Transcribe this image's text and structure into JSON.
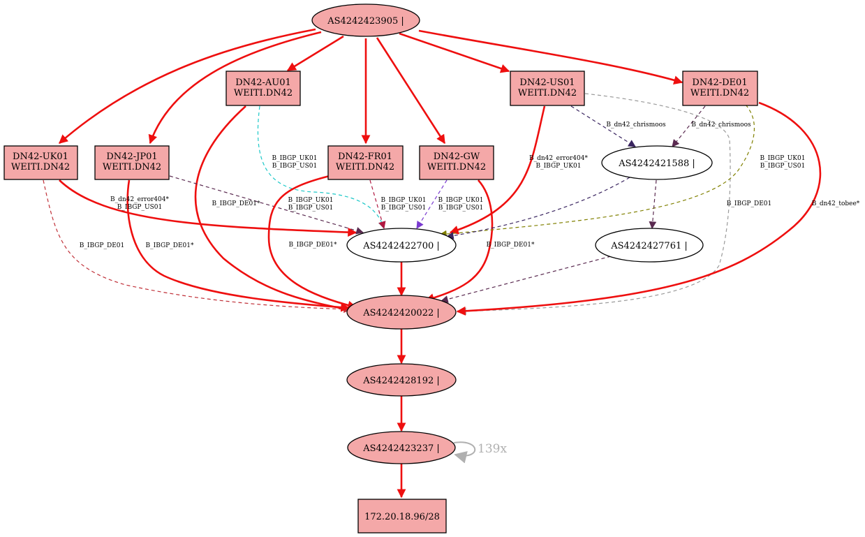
{
  "nodes": {
    "root": {
      "lines": [
        "AS4242423905 |"
      ]
    },
    "au01": {
      "lines": [
        "DN42-AU01",
        "WEITI.DN42"
      ]
    },
    "us01": {
      "lines": [
        "DN42-US01",
        "WEITI.DN42"
      ]
    },
    "de01": {
      "lines": [
        "DN42-DE01",
        "WEITI.DN42"
      ]
    },
    "uk01": {
      "lines": [
        "DN42-UK01",
        "WEITI.DN42"
      ]
    },
    "jp01": {
      "lines": [
        "DN42-JP01",
        "WEITI.DN42"
      ]
    },
    "fr01": {
      "lines": [
        "DN42-FR01",
        "WEITI.DN42"
      ]
    },
    "gw": {
      "lines": [
        "DN42-GW",
        "WEITI.DN42"
      ]
    },
    "n1588": {
      "lines": [
        "AS4242421588 |"
      ]
    },
    "n2700": {
      "lines": [
        "AS4242422700 |"
      ]
    },
    "n7761": {
      "lines": [
        "AS4242427761 |"
      ]
    },
    "n0022": {
      "lines": [
        "AS4242420022 |"
      ]
    },
    "n8192": {
      "lines": [
        "AS4242428192 |"
      ]
    },
    "n3237": {
      "lines": [
        "AS4242423237 |"
      ]
    },
    "prefix": {
      "lines": [
        "172.20.18.96/28"
      ]
    }
  },
  "edge_labels": {
    "au01_2700": [
      "B_IBGP_UK01",
      "B_IBGP_US01"
    ],
    "au01_0022": [
      "B_IBGP_DE01*"
    ],
    "uk01_2700": [
      "B_dn42_error404*",
      "B_IBGP_US01"
    ],
    "uk01_0022": [
      "B_IBGP_DE01"
    ],
    "jp01_0022": [
      "B_IBGP_DE01*"
    ],
    "jp01_2700": [
      "B_IBGP_UK01",
      "B_IBGP_US01"
    ],
    "fr01_2700": [
      "B_IBGP_UK01",
      "B_IBGP_US01"
    ],
    "fr01_0022": [
      "B_IBGP_DE01*"
    ],
    "gw_2700": [
      "B_IBGP_UK01",
      "B_IBGP_US01"
    ],
    "gw_0022": [
      "B_IBGP_DE01*"
    ],
    "us01_2700": [
      "B_dn42_error404*",
      "B_IBGP_UK01"
    ],
    "us01_1588": [
      "B_dn42_chrismoos"
    ],
    "de01_1588": [
      "B_dn42_chrismoos"
    ],
    "de01_2700": [
      "B_IBGP_UK01",
      "B_IBGP_US01"
    ],
    "us01_0022": [
      "B_IBGP_DE01"
    ],
    "de01_0022": [
      "B_dn42_tobee*"
    ],
    "loop_3237": [
      "139x"
    ]
  },
  "colors": {
    "highlight_fill": "#f4a8a8",
    "best_path": "#ee0f0f",
    "dark_purple": "#5a2a50",
    "navy_purple": "#3a2560",
    "cyan": "#1cc8c8",
    "crimson": "#b01840",
    "violet": "#7a3ad0",
    "olive": "#808000",
    "grey": "#9a9a9a",
    "dark_red": "#c03038"
  }
}
